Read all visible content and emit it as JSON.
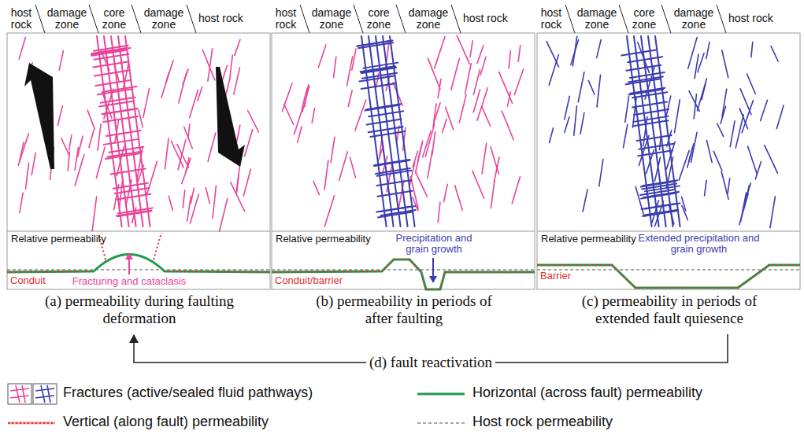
{
  "diagram": {
    "nodes": [
      {
        "text": [
          "Relative permeability",
          "Conduit",
          "Fracturing and cataclasis",
          "(a) permeability during faulting deformation"
        ]
      },
      {
        "text": [
          "Relative permeability",
          "Precipitation and grain growth",
          "Conduit/barrier",
          "(b) permeability in periods of after faulting"
        ]
      },
      {
        "text": [
          "Relative permeability",
          "Extended precipitation and grain growth",
          "Barrier",
          "(c) permeability in periods of extended fault quiesence"
        ]
      }
    ],
    "edges": [
      {
        "from": 2,
        "to": 0,
        "arrow": "to",
        "label": "(d) fault reactivation"
      }
    ],
    "labels": [
      "host rock",
      "damage zone",
      "core zone",
      "damage zone",
      "host rock",
      "host rock",
      "damage zone",
      "core zone",
      "damage zone",
      "host rock",
      "host rock",
      "damage zone",
      "core zone",
      "damage zone",
      "host rock"
    ],
    "legend": [
      {
        "text": "Fractures (active/sealed fluid pathways)"
      },
      {
        "text": "Vertical (along fault) permeability"
      },
      {
        "text": "Horizontal (across fault) permeability"
      },
      {
        "text": "Host rock permeability"
      }
    ]
  }
}
